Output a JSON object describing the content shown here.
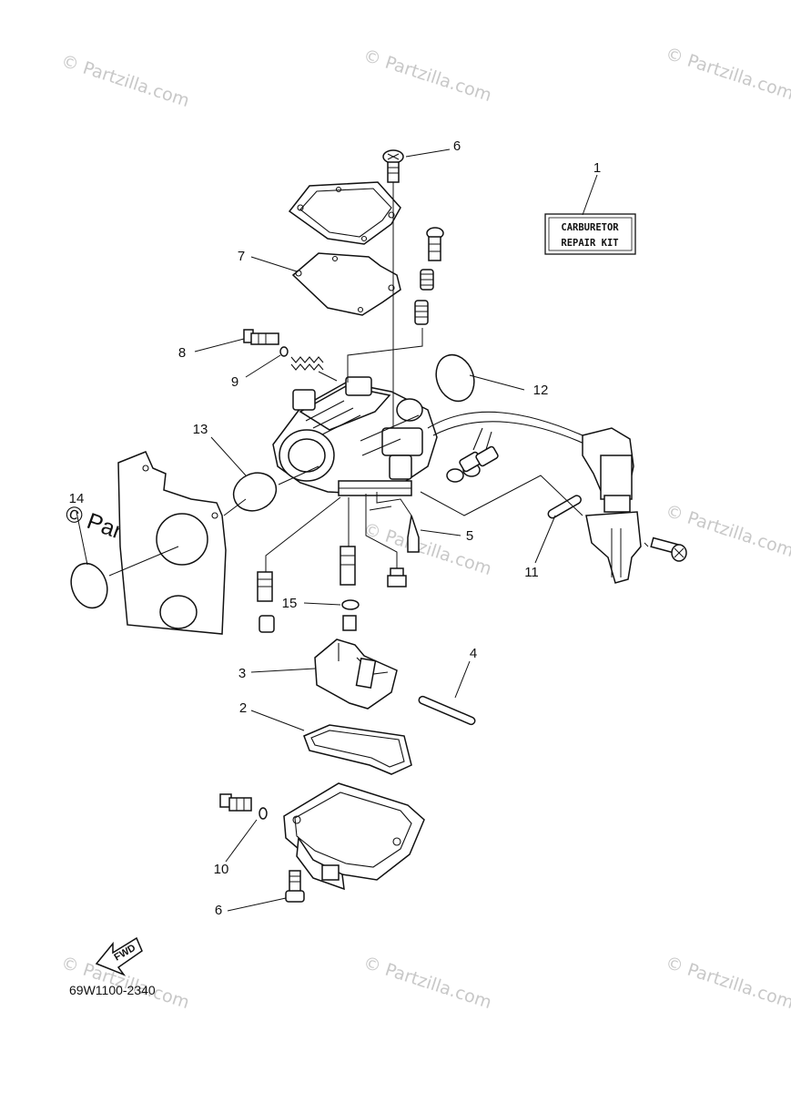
{
  "watermark": {
    "text": "© Partzilla.com",
    "big_text": "© Partzilla.com"
  },
  "kit_label": {
    "line1": "CARBURETOR",
    "line2": "REPAIR KIT"
  },
  "direction_marker": "FWD",
  "diagram_code": "69W1100-2340",
  "callouts": [
    "1",
    "2",
    "3",
    "4",
    "5",
    "6",
    "6",
    "7",
    "8",
    "9",
    "10",
    "11",
    "12",
    "13",
    "14",
    "15"
  ]
}
